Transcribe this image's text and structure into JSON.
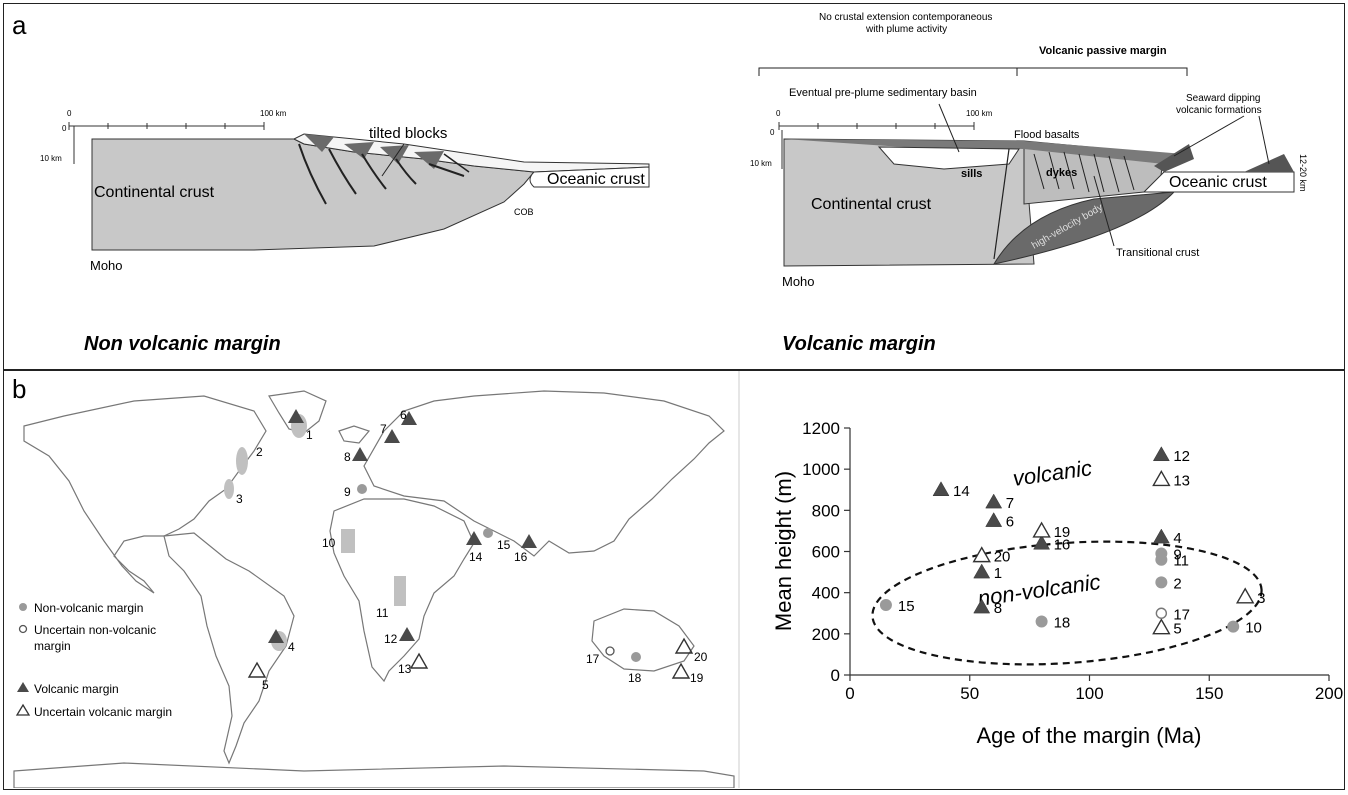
{
  "panel_a": {
    "label": "a",
    "left": {
      "title": "Non volcanic margin",
      "scale_0": "0",
      "scale_100": "100 km",
      "depth_0": "0",
      "depth_10": "10 km",
      "tilted_blocks": "tilted blocks",
      "continental_crust": "Continental crust",
      "oceanic_crust": "Oceanic crust",
      "cob": "COB",
      "moho": "Moho"
    },
    "right": {
      "title": "Volcanic margin",
      "no_extension_1": "No crustal extension contemporaneous",
      "no_extension_2": "with plume activity",
      "volcanic_passive_margin": "Volcanic passive margin",
      "basin": "Eventual pre-plume sedimentary basin",
      "seaward_1": "Seaward dipping",
      "seaward_2": "volcanic formations",
      "scale_0": "0",
      "scale_100": "100 km",
      "depth_0": "0",
      "depth_10": "10 km",
      "flood_basalts": "Flood basalts",
      "sills": "sills",
      "dykes": "dykes",
      "continental_crust": "Continental crust",
      "oceanic_crust": "Oceanic crust",
      "depth_12_20": "12-20 km",
      "high_velocity": "high-velocity body",
      "transitional": "Transitional crust",
      "moho": "Moho"
    }
  },
  "panel_b": {
    "label": "b",
    "legend": [
      {
        "symbol": "filled-circle",
        "label": "Non-volcanic margin"
      },
      {
        "symbol": "open-circle",
        "label": "Uncertain non-volcanic",
        "label2": "margin"
      },
      {
        "symbol": "filled-triangle",
        "label": "Volcanic margin"
      },
      {
        "symbol": "open-triangle",
        "label": "Uncertain volcanic margin"
      }
    ],
    "map_labels": [
      "1",
      "2",
      "3",
      "4",
      "5",
      "6",
      "7",
      "8",
      "9",
      "10",
      "11",
      "12",
      "13",
      "14",
      "15",
      "16",
      "17",
      "18",
      "19",
      "20"
    ]
  },
  "chart_data": {
    "type": "scatter",
    "xlabel": "Age of the margin (Ma)",
    "ylabel": "Mean height (m)",
    "xlim": [
      0,
      200
    ],
    "ylim": [
      0,
      1200
    ],
    "xticks": [
      0,
      50,
      100,
      150,
      200
    ],
    "yticks": [
      0,
      200,
      400,
      600,
      800,
      1000,
      1200
    ],
    "annotations": [
      "volcanic",
      "non-volcanic"
    ],
    "points": [
      {
        "id": "1",
        "x": 55,
        "y": 500,
        "kind": "volcanic"
      },
      {
        "id": "2",
        "x": 130,
        "y": 450,
        "kind": "non-volcanic"
      },
      {
        "id": "3",
        "x": 165,
        "y": 380,
        "kind": "uncertain-volcanic"
      },
      {
        "id": "4",
        "x": 130,
        "y": 670,
        "kind": "volcanic"
      },
      {
        "id": "5",
        "x": 130,
        "y": 230,
        "kind": "uncertain-volcanic"
      },
      {
        "id": "6",
        "x": 60,
        "y": 750,
        "kind": "volcanic"
      },
      {
        "id": "7",
        "x": 60,
        "y": 840,
        "kind": "volcanic"
      },
      {
        "id": "8",
        "x": 55,
        "y": 330,
        "kind": "volcanic"
      },
      {
        "id": "9",
        "x": 130,
        "y": 590,
        "kind": "non-volcanic"
      },
      {
        "id": "10",
        "x": 160,
        "y": 235,
        "kind": "non-volcanic"
      },
      {
        "id": "11",
        "x": 130,
        "y": 560,
        "kind": "non-volcanic"
      },
      {
        "id": "12",
        "x": 130,
        "y": 1070,
        "kind": "volcanic"
      },
      {
        "id": "13",
        "x": 130,
        "y": 950,
        "kind": "uncertain-volcanic"
      },
      {
        "id": "14",
        "x": 38,
        "y": 900,
        "kind": "volcanic"
      },
      {
        "id": "15",
        "x": 15,
        "y": 340,
        "kind": "non-volcanic"
      },
      {
        "id": "16",
        "x": 80,
        "y": 640,
        "kind": "volcanic"
      },
      {
        "id": "17",
        "x": 130,
        "y": 300,
        "kind": "uncertain-non-volcanic"
      },
      {
        "id": "18",
        "x": 80,
        "y": 260,
        "kind": "non-volcanic"
      },
      {
        "id": "19",
        "x": 80,
        "y": 700,
        "kind": "uncertain-volcanic"
      },
      {
        "id": "20",
        "x": 55,
        "y": 580,
        "kind": "uncertain-volcanic"
      }
    ]
  },
  "colors": {
    "crust": "#c8c8c8",
    "dark": "#555555",
    "marker": "#9a9a9a",
    "triangle": "#4a4a4a"
  }
}
